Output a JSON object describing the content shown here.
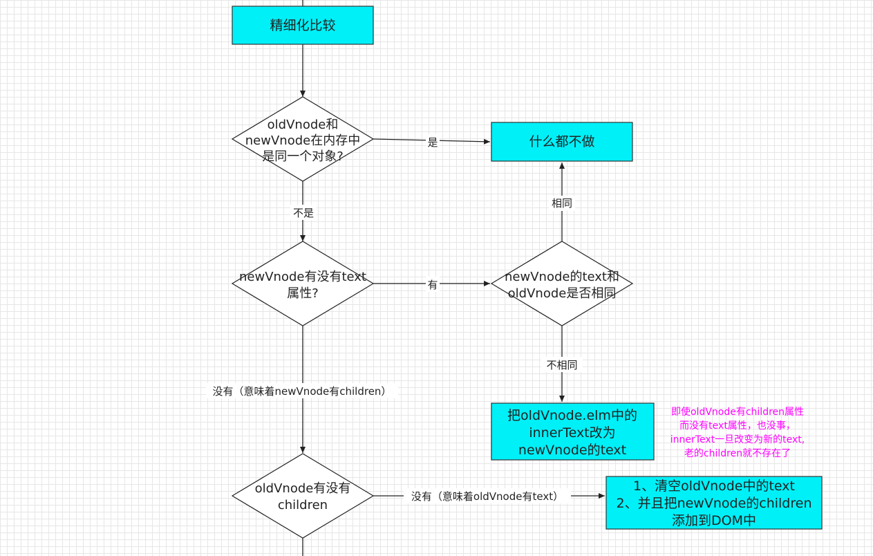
{
  "nodes": {
    "refine": "精细化比较",
    "same_object_q": [
      "oldVnode和",
      "newVnode在内存中",
      "是同一个对象?"
    ],
    "do_nothing": "什么都不做",
    "has_text_q": [
      "newVnode有没有text",
      "属性?"
    ],
    "text_same_q": [
      "newVnode的text和",
      "oldVnode是否相同"
    ],
    "set_inner_text": [
      "把oldVnode.elm中的",
      "innerText改为",
      "newVnode的text"
    ],
    "old_children_q": [
      "oldVnode有没有",
      "children"
    ],
    "clear_and_add": [
      "1、清空oldVnode中的text",
      "2、并且把newVnode的children",
      "添加到DOM中"
    ]
  },
  "edges": {
    "yes": "是",
    "not": "不是",
    "has": "有",
    "same": "相同",
    "not_same": "不相同",
    "no_has_children": "没有（意味着newVnode有children）",
    "no_has_text": "没有（意味着oldVnode有text）"
  },
  "note": [
    "即使oldVnode有children属性",
    "而没有text属性，也没事，",
    "innerText一旦改变为新的text,",
    "老的children就不存在了"
  ],
  "colors": {
    "box_fill": "#00f0f8",
    "note_text": "#ff00ff"
  }
}
